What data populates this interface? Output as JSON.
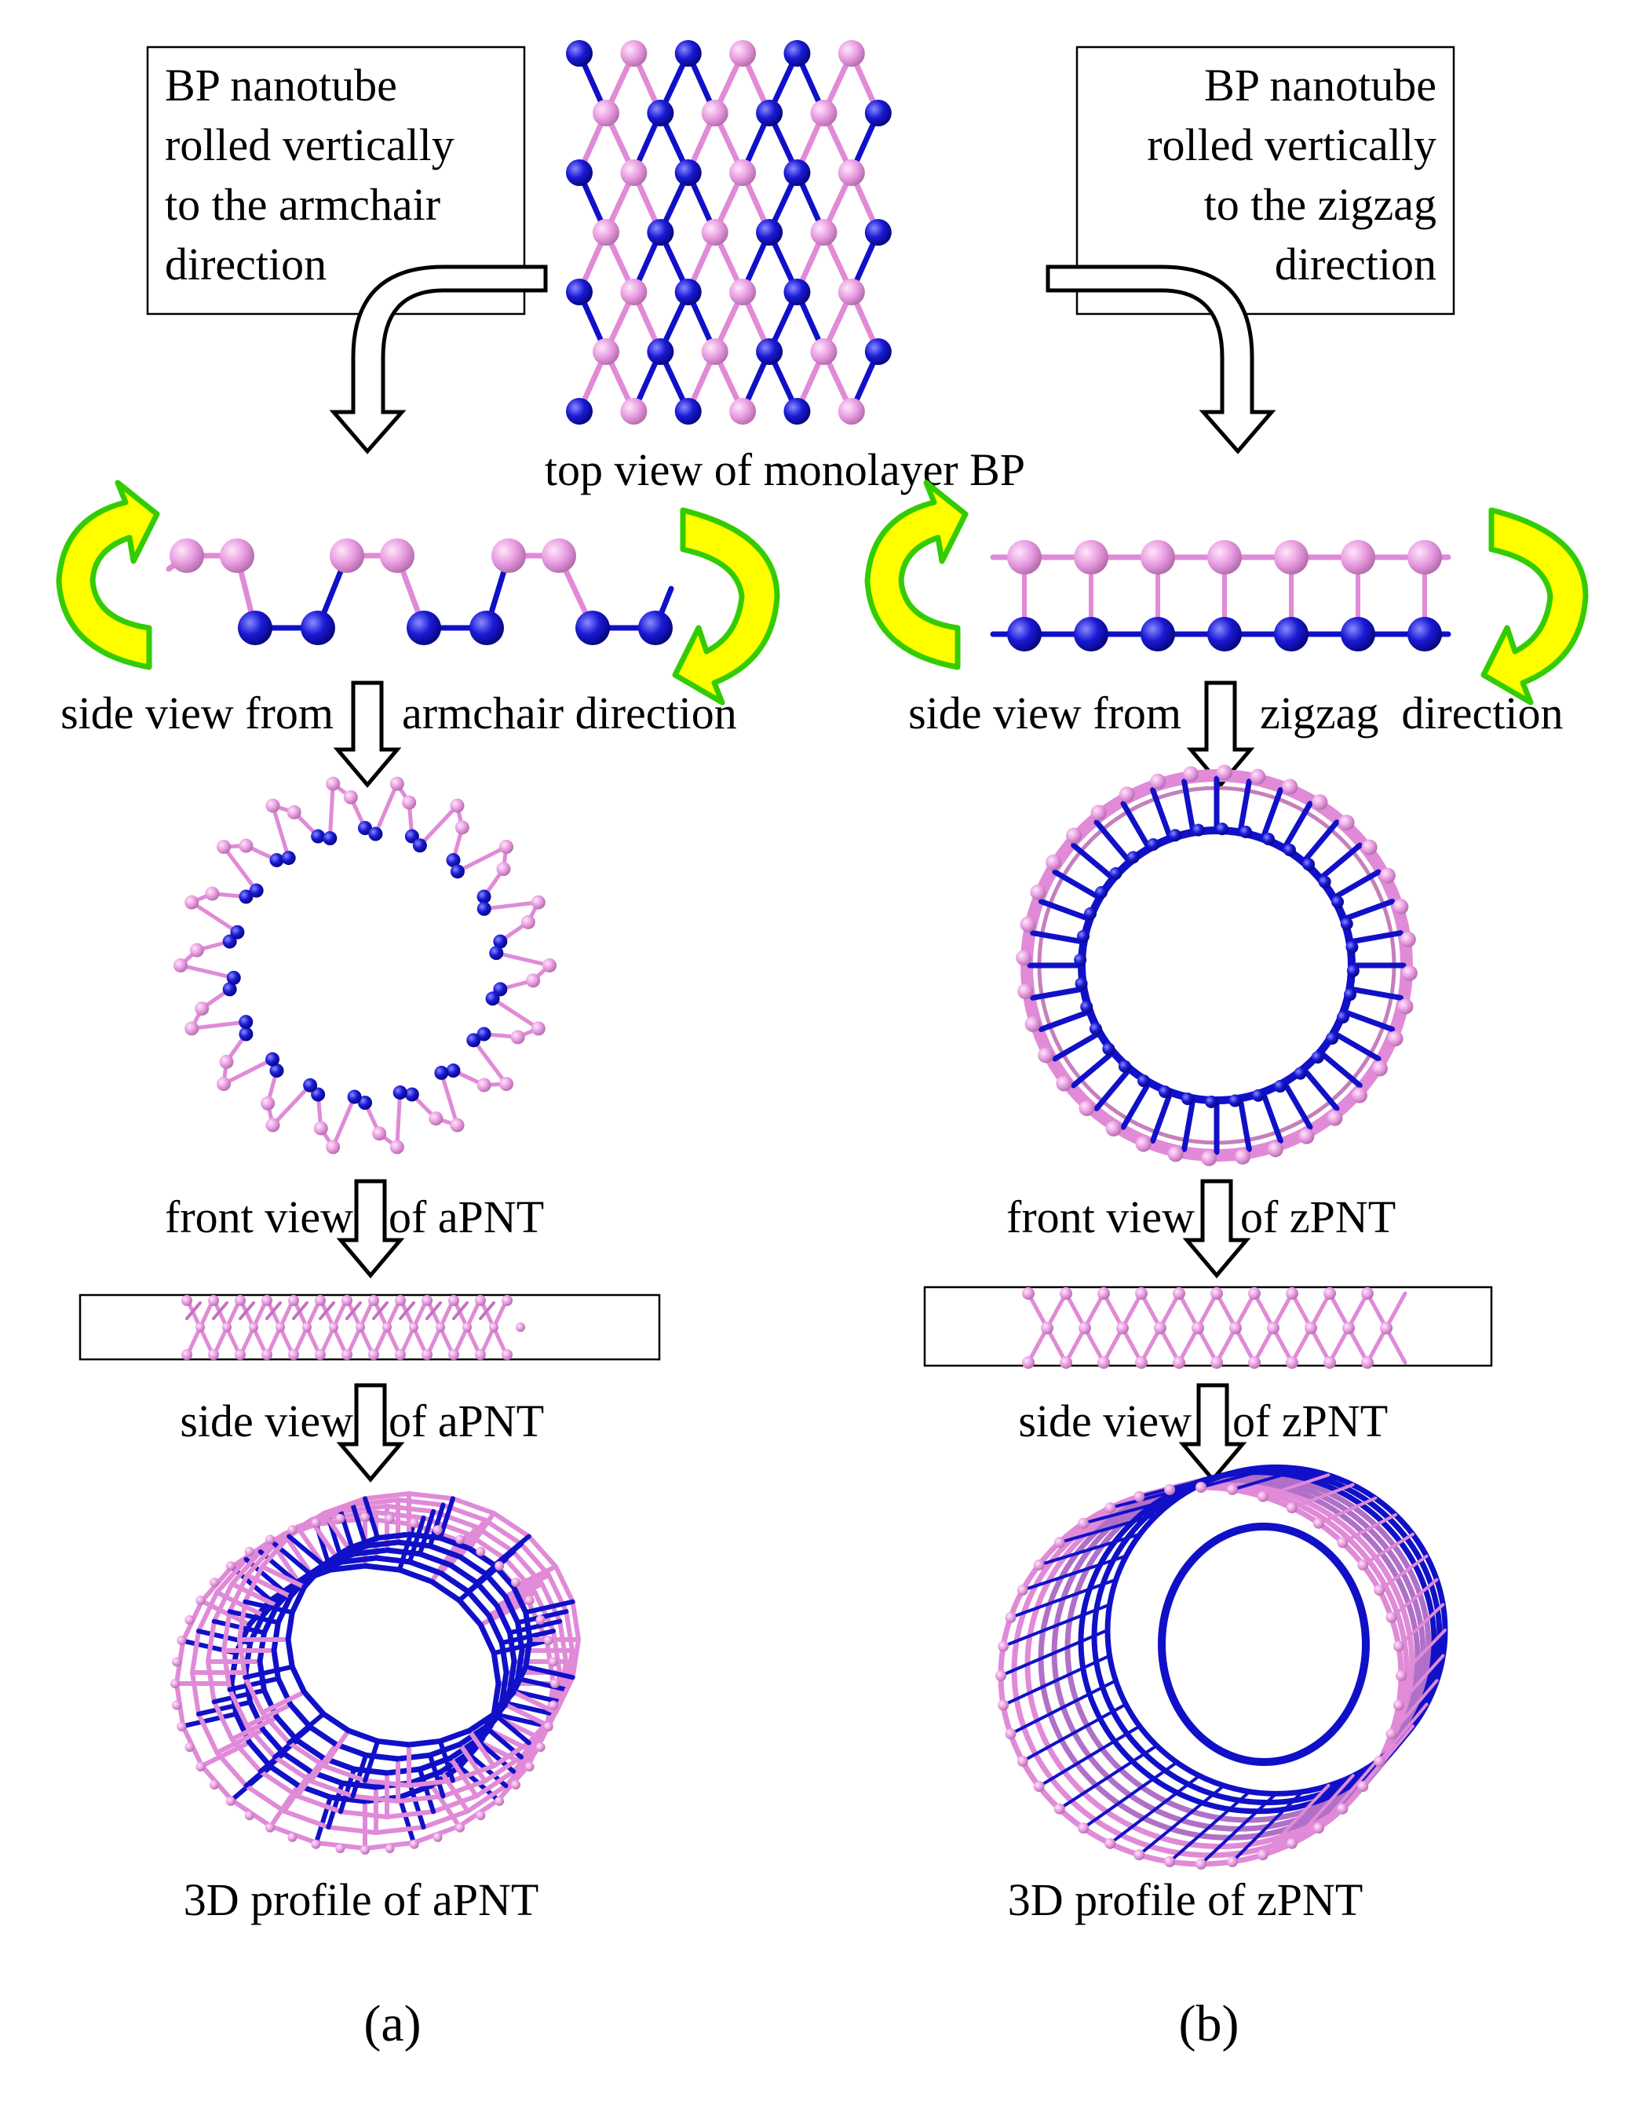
{
  "labels": {
    "armchair_box": [
      "BP nanotube",
      "rolled vertically",
      "to the armchair",
      "direction"
    ],
    "zigzag_box": [
      "BP nanotube",
      "rolled vertically",
      "to the zigzag",
      "direction"
    ],
    "top_view": "top view of monolayer BP",
    "side_arm_left": "side view from",
    "side_arm_right": "armchair direction",
    "side_zig_left": "side view from",
    "side_zig_right": "zigzag  direction",
    "front_a_left": "front view",
    "front_a_right": "of aPNT",
    "front_z_left": "front view",
    "front_z_right": "of zPNT",
    "sideview_a_left": "side view",
    "sideview_a_right": "of aPNT",
    "sideview_z_left": "side view",
    "sideview_z_right": "of zPNT",
    "profile_a": "3D profile of aPNT",
    "profile_z": "3D profile of zPNT",
    "panel_a": "(a)",
    "panel_b": "(b)"
  },
  "colors": {
    "phosphorus_pink": "#e89be0",
    "phosphorus_blue": "#1a1ad6",
    "bond_pink": "#e08ad8",
    "bond_blue": "#1010c8",
    "rotation_arrow_fill": "#ffff00",
    "rotation_arrow_outline": "#33cc00"
  }
}
